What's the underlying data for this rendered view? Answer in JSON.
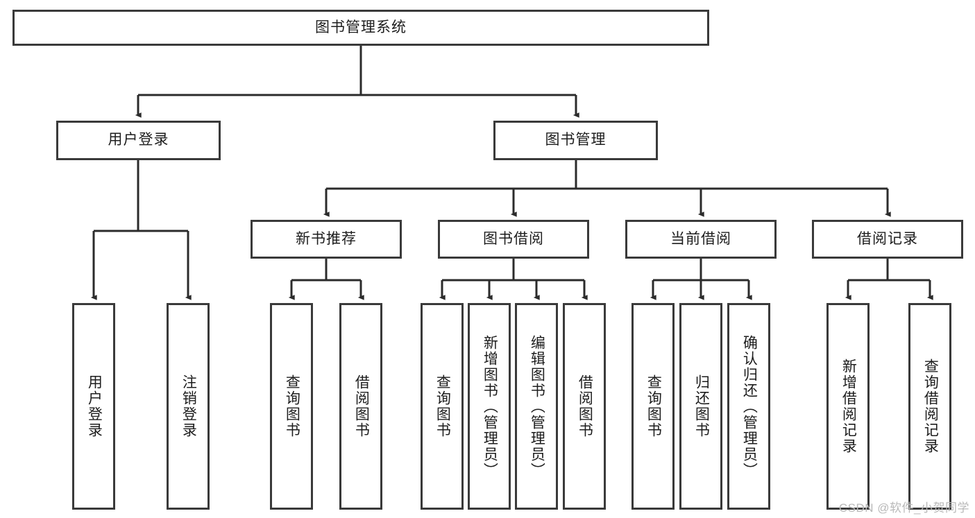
{
  "diagram": {
    "type": "hierarchy-tree",
    "title": "图书管理系统",
    "root": {
      "label": "图书管理系统",
      "children": [
        {
          "label": "用户登录",
          "children": [
            {
              "label": "用户登录"
            },
            {
              "label": "注销登录"
            }
          ]
        },
        {
          "label": "图书管理",
          "children": [
            {
              "label": "新书推荐",
              "children": [
                {
                  "label": "查询图书"
                },
                {
                  "label": "借阅图书"
                }
              ]
            },
            {
              "label": "图书借阅",
              "children": [
                {
                  "label": "查询图书"
                },
                {
                  "label": "新增图书（管理员）"
                },
                {
                  "label": "编辑图书（管理员）"
                },
                {
                  "label": "借阅图书"
                }
              ]
            },
            {
              "label": "当前借阅",
              "children": [
                {
                  "label": "查询图书"
                },
                {
                  "label": "归还图书"
                },
                {
                  "label": "确认归还（管理员）"
                }
              ]
            },
            {
              "label": "借阅记录",
              "children": [
                {
                  "label": "新增借阅记录"
                },
                {
                  "label": "查询借阅记录"
                }
              ]
            }
          ]
        }
      ]
    }
  },
  "nodes": {
    "root_title": "图书管理系统",
    "l1_user_login": "用户登录",
    "l1_book_mgmt": "图书管理",
    "l2_new_book_rec": "新书推荐",
    "l2_book_borrow": "图书借阅",
    "l2_current_borrow": "当前借阅",
    "l2_borrow_record": "借阅记录",
    "leaf_user_login": "用户登录",
    "leaf_logout": "注销登录",
    "leaf_query_book_a": "查询图书",
    "leaf_borrow_book_a": "借阅图书",
    "leaf_query_book_b": "查询图书",
    "leaf_add_book_admin": "新增图书（管理员）",
    "leaf_edit_book_admin": "编辑图书（管理员）",
    "leaf_borrow_book_b": "借阅图书",
    "leaf_query_book_c": "查询图书",
    "leaf_return_book": "归还图书",
    "leaf_confirm_return_admin": "确认归还（管理员）",
    "leaf_add_borrow_record": "新增借阅记录",
    "leaf_query_borrow_record": "查询借阅记录"
  },
  "watermark": {
    "text": "CSDN @软件_小贺同学"
  },
  "colors": {
    "border": "#3a3a3a",
    "line": "#2b2b2b",
    "text": "#1d1d1d",
    "background": "#ffffff",
    "watermark": "#b9b9b9"
  }
}
